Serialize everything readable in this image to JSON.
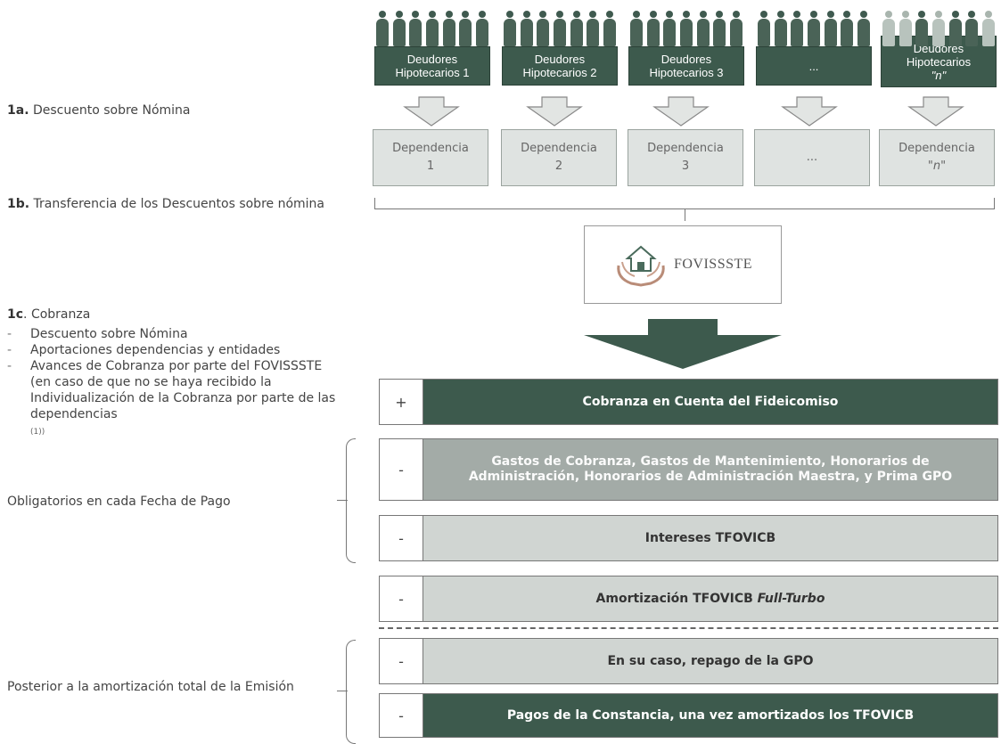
{
  "left": {
    "step_1a": {
      "num": "1a.",
      "text": " Descuento sobre Nómina"
    },
    "step_1b": {
      "num": "1b.",
      "text": " Transferencia de los Descuentos sobre nómina"
    },
    "step_1c": {
      "num": "1c",
      "text": ". Cobranza"
    },
    "cobranza_items": [
      "Descuento sobre Nómina",
      "Aportaciones dependencias y entidades",
      "Avances de Cobranza por parte del FOVISSSTE (en caso de que no se haya recibido la Individualización de la Cobranza por parte de las dependencias"
    ],
    "cobranza_note": "(1))",
    "obligatorios": "Obligatorios en cada Fecha de Pago",
    "posterior": "Posterior a la amortización total de la Emisión"
  },
  "debtors": [
    {
      "line1": "Deudores",
      "line2": "Hipotecarios 1"
    },
    {
      "line1": "Deudores",
      "line2": "Hipotecarios 2"
    },
    {
      "line1": "Deudores",
      "line2": "Hipotecarios 3"
    },
    {
      "line1": "...",
      "line2": ""
    },
    {
      "line1": "Deudores",
      "line2": "Hipotecarios",
      "line3": "\"n\""
    }
  ],
  "dependencias": [
    {
      "label": "Dependencia",
      "num": "1"
    },
    {
      "label": "Dependencia",
      "num": "2"
    },
    {
      "label": "Dependencia",
      "num": "3"
    },
    {
      "label": "...",
      "num": ""
    },
    {
      "label": "Dependencia",
      "num": "\"n\""
    }
  ],
  "logo": {
    "text": "FOVISSSTE"
  },
  "waterfall": [
    {
      "sign": "+",
      "text": "Cobranza en Cuenta del Fideicomiso",
      "style": "dark"
    },
    {
      "sign": "-",
      "text": "Gastos de Cobranza, Gastos de Mantenimiento, Honorarios de Administración, Honorarios de Administración Maestra, y Prima GPO",
      "style": "mid"
    },
    {
      "sign": "-",
      "text": "Intereses TFOVICB",
      "style": "light"
    },
    {
      "sign": "-",
      "text": "Amortización TFOVICB ",
      "italic": "Full-Turbo",
      "style": "light"
    },
    {
      "sign": "-",
      "text": "En su caso, repago de la GPO",
      "style": "light"
    },
    {
      "sign": "-",
      "text": "Pagos de la Constancia, una vez amortizados los TFOVICB",
      "style": "dark"
    }
  ],
  "colors": {
    "dark_green": "#3d5a4d",
    "mid_gray": "#a3aba7",
    "light_gray": "#d0d5d2"
  }
}
